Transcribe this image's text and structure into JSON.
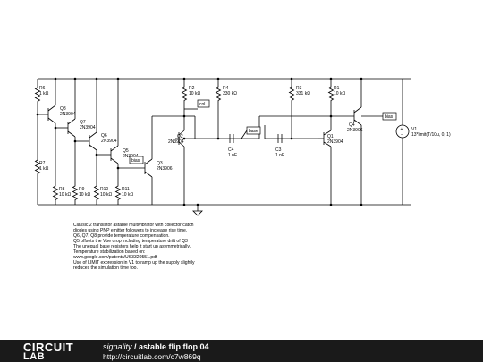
{
  "components": {
    "R6": {
      "name": "R6",
      "value": "1 kΩ"
    },
    "R7": {
      "name": "R7",
      "value": "1 kΩ"
    },
    "R8": {
      "name": "R8",
      "value": "10 kΩ"
    },
    "R9": {
      "name": "R9",
      "value": "10 kΩ"
    },
    "R10": {
      "name": "R10",
      "value": "10 kΩ"
    },
    "R11": {
      "name": "R11",
      "value": "10 kΩ"
    },
    "R2": {
      "name": "R2",
      "value": "10 kΩ"
    },
    "R4": {
      "name": "R4",
      "value": "330 kΩ"
    },
    "R3": {
      "name": "R3",
      "value": "331 kΩ"
    },
    "R1": {
      "name": "R1",
      "value": "10 kΩ"
    },
    "Q8": {
      "name": "Q8",
      "value": "2N3904"
    },
    "Q7": {
      "name": "Q7",
      "value": "2N3904"
    },
    "Q6": {
      "name": "Q6",
      "value": "2N3904"
    },
    "Q5": {
      "name": "Q5",
      "value": "2N3904"
    },
    "Q3": {
      "name": "Q3",
      "value": "2N3906"
    },
    "Q2": {
      "name": "Q2",
      "value": "2N3904"
    },
    "Q1": {
      "name": "Q1",
      "value": "2N3904"
    },
    "Q4": {
      "name": "Q4",
      "value": "2N3906"
    },
    "C4": {
      "name": "C4",
      "value": "1 nF"
    },
    "C3": {
      "name": "C3",
      "value": "1 nF"
    },
    "V1": {
      "name": "V1",
      "value": "13*limit(T/10u, 0, 1)"
    }
  },
  "net_labels": {
    "col": "col",
    "base": "base",
    "bias_left": "bias",
    "bias_right": "bias"
  },
  "description": [
    "Classic 2 transistor astable multivibrator with collector catch",
    "diodes using PNP emitter followers to increase rise time.",
    "Q6, Q7, Q8 provide temperature compensation.",
    "Q5 offsets the Vbe drop including temperature drift of Q3",
    "The unequal base resistors help it start up asymmetrically.",
    "Temperature stabilization based on:",
    "www.google.com/patents/US3320551.pdf",
    "Use of LIMIT expression in V1 to ramp up the supply slightly",
    "reduces the simulation time too."
  ],
  "footer": {
    "brand_line1": "CIRCUIT",
    "brand_line2": "LAB",
    "user": "signality",
    "separator": " / ",
    "title": "astable flip flop 04",
    "url": "http://circuitlab.com/c7w869q"
  },
  "colors": {
    "wire": "#000000",
    "footer_bg": "#1a1a1a",
    "footer_text": "#ffffff"
  }
}
